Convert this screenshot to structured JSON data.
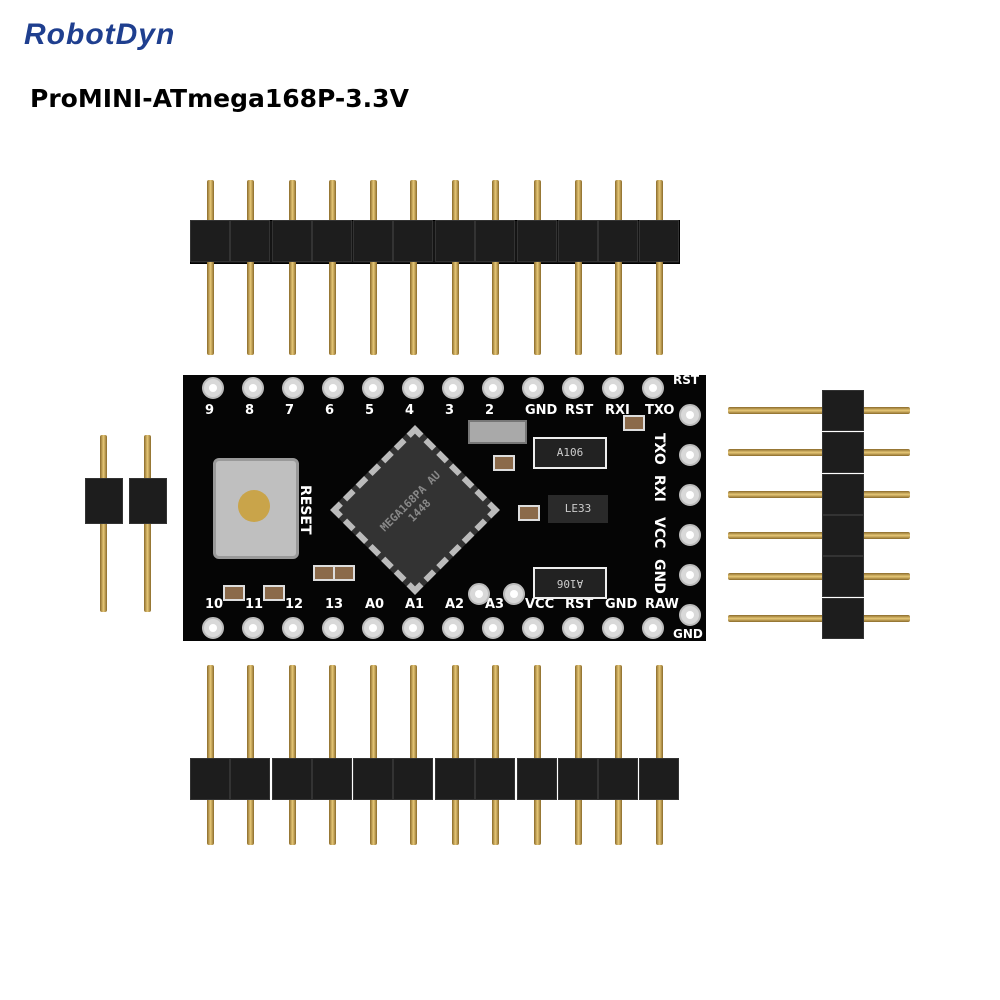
{
  "brand": {
    "logo": "RobotDyn"
  },
  "product": {
    "title": "ProMINI-ATmega168P-3.3V"
  },
  "board": {
    "top_labels": [
      "9",
      "8",
      "7",
      "6",
      "5",
      "4",
      "3",
      "2",
      "GND",
      "RST",
      "RXI",
      "TXO"
    ],
    "bottom_labels": [
      "10",
      "11",
      "12",
      "13",
      "A0",
      "A1",
      "A2",
      "A3",
      "VCC",
      "RST",
      "GND",
      "RAW"
    ],
    "right_labels": [
      "TXO",
      "RXI",
      "VCC",
      "GND"
    ],
    "corner_top": "RST",
    "corner_bottom": "GND",
    "reset_label": "RESET",
    "chip_marking": "MEGA168PA AU 1448",
    "reg1": "A106",
    "reg2": "A106",
    "ldo": "LE33"
  }
}
